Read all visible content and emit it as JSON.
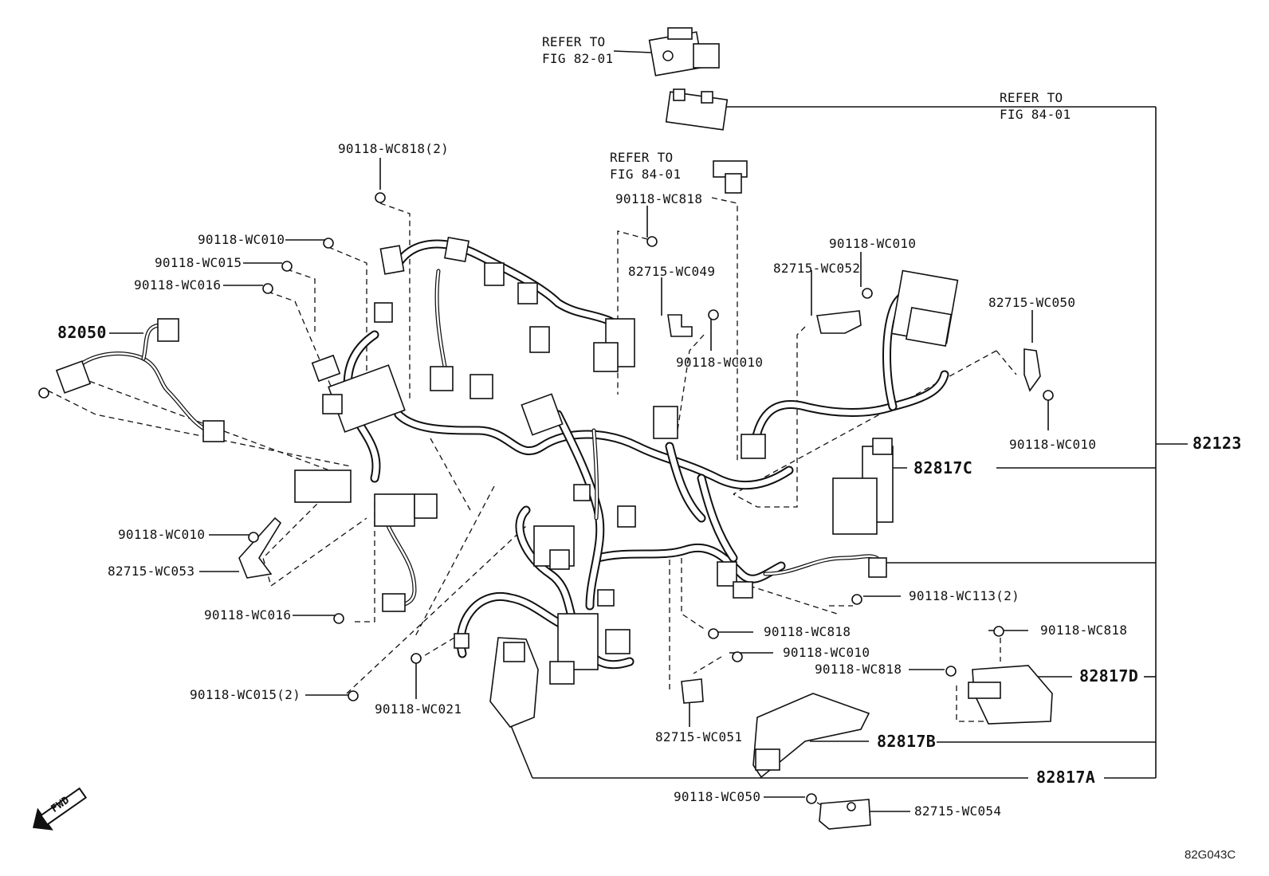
{
  "diagram": {
    "refs": {
      "fig_82_01": [
        "REFER TO",
        "FIG 82-01"
      ],
      "fig_84_01_top": [
        "REFER TO",
        "FIG 84-01"
      ],
      "fig_84_01_mid": [
        "REFER TO",
        "FIG 84-01"
      ]
    },
    "labels": {
      "p90118_wc818_2_top": "90118-WC818(2)",
      "p90118_wc818_mid": "90118-WC818",
      "p90118_wc010_a": "90118-WC010",
      "p90118_wc015_a": "90118-WC015",
      "p90118_wc016_a": "90118-WC016",
      "p82050": "82050",
      "p82715_wc049": "82715-WC049",
      "p90118_wc010_b": "90118-WC010",
      "p90118_wc010_c": "90118-WC010",
      "p82715_wc052": "82715-WC052",
      "p82715_wc050": "82715-WC050",
      "p90118_wc010_d": "90118-WC010",
      "p82123": "82123",
      "p82817c": "82817C",
      "p90118_wc010_e": "90118-WC010",
      "p82715_wc053": "82715-WC053",
      "p90118_wc016_b": "90118-WC016",
      "p90118_wc113_2": "90118-WC113(2)",
      "p90118_wc818_b": "90118-WC818",
      "p90118_wc818_c": "90118-WC818",
      "p90118_wc010_f": "90118-WC010",
      "p90118_wc818_d": "90118-WC818",
      "p82817d": "82817D",
      "p90118_wc015_2": "90118-WC015(2)",
      "p90118_wc021": "90118-WC021",
      "p82715_wc051": "82715-WC051",
      "p82817b": "82817B",
      "p82817a": "82817A",
      "p90118_wc050": "90118-WC050",
      "p82715_wc054": "82715-WC054"
    },
    "fwd": "FWD",
    "figure_code": "82G043C"
  }
}
